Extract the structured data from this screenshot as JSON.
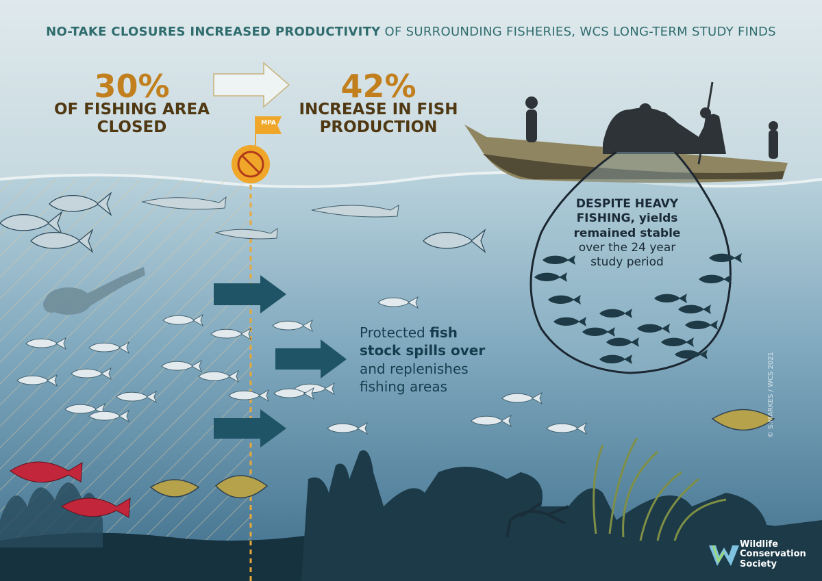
{
  "headline": {
    "part1": "NO-TAKE CLOSURES INCREASED PRODUCTIVITY",
    "part2": " OF SURROUNDING FISHERIES, WCS LONG-TERM STUDY FINDS"
  },
  "stats": [
    {
      "value": "30%",
      "label_line1": "OF FISHING AREA",
      "label_line2": "CLOSED"
    },
    {
      "value": "42%",
      "label_line1": "INCREASE IN FISH",
      "label_line2": "PRODUCTION"
    }
  ],
  "mpa_flag": "MPA",
  "net_text": {
    "bold_line1": "DESPITE HEAVY",
    "bold_line2": "FISHING, yields",
    "bold_line3": "remained stable",
    "line4": "over the 24 year",
    "line5": "study period"
  },
  "spillover": {
    "line1_prefix": "Protected ",
    "line1_bold": "fish",
    "line2_bold": "stock spills over",
    "line3": "and replenishes",
    "line4": "fishing areas"
  },
  "credit": "© S.MARKES / WCS 2021",
  "logo": {
    "line1": "Wildlife",
    "line2": "Conservation",
    "line3": "Society"
  },
  "colors": {
    "headline": "#2f6c6e",
    "stat_value": "#c17f1e",
    "stat_label": "#4f3812",
    "mpa_badge": "#f0a729",
    "arrow": "#1e5466",
    "mpa_line": "#e8a83a"
  }
}
